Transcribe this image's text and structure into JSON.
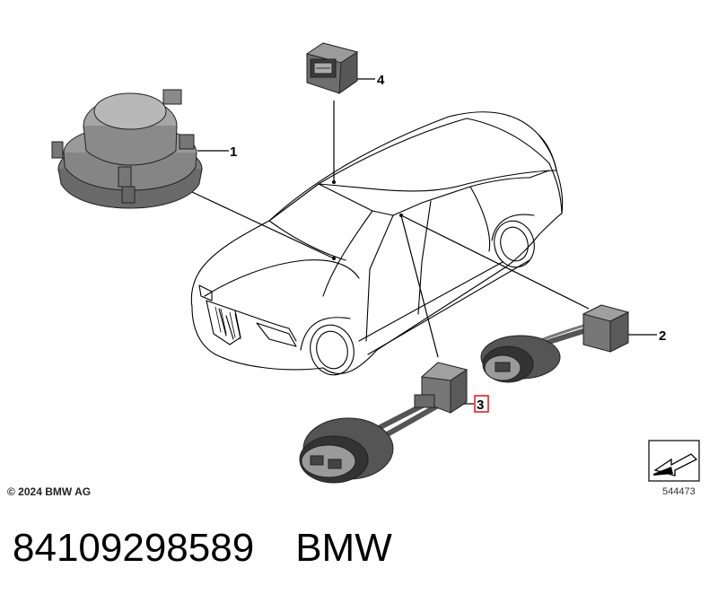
{
  "callouts": [
    {
      "id": "1",
      "label": "1",
      "part": "speaker"
    },
    {
      "id": "2",
      "label": "2",
      "part": "single-usb-socket"
    },
    {
      "id": "3",
      "label": "3",
      "part": "dual-usb-socket",
      "highlight_color": "#d9252a"
    },
    {
      "id": "4",
      "label": "4",
      "part": "connector-module"
    }
  ],
  "copyright": "© 2024 BMW AG",
  "diagram_id": "544473",
  "footer": {
    "part_number": "84109298589",
    "brand": "BMW"
  },
  "icons": [
    "speaker-icon",
    "connector-icon",
    "usb-socket-icon",
    "car-outline-icon",
    "arrow-reference-icon"
  ],
  "colors": {
    "line": "#000000",
    "part_dark": "#6e6e6e",
    "part_mid": "#8f8f8f",
    "part_light": "#b5b5b5",
    "highlight": "#d9252a"
  }
}
